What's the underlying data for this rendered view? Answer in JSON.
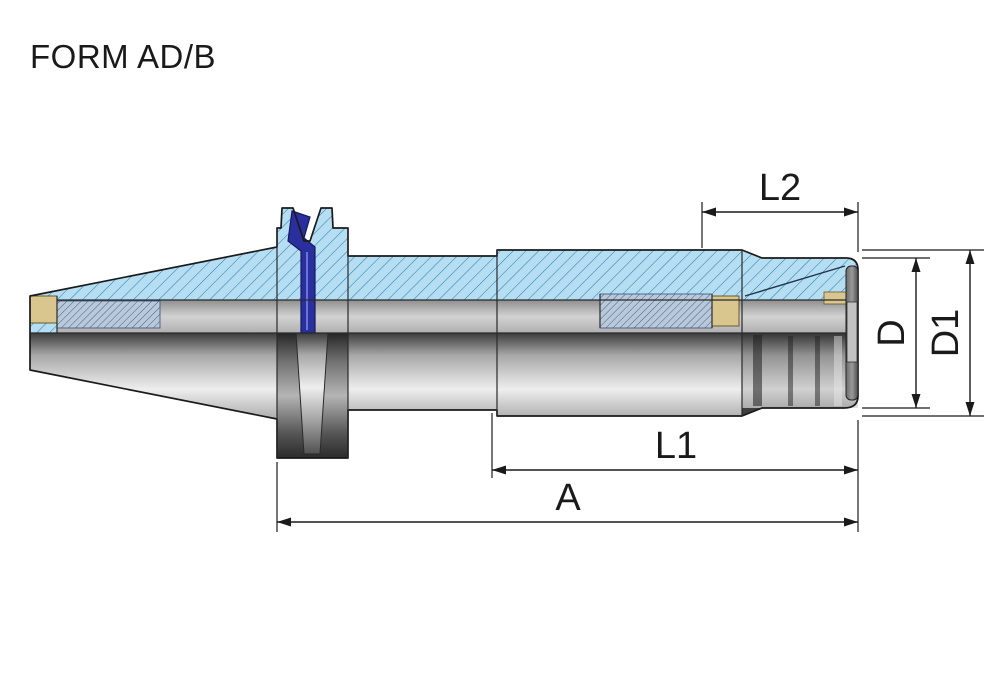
{
  "title": "FORM AD/B",
  "drawing": {
    "description": "Sectioned side view of a taper-shank collet chuck tool holder (top half in cross-section, bottom half external view)",
    "labels": {
      "l2": "L2",
      "d": "D",
      "d1": "D1",
      "l1": "L1",
      "a": "A"
    }
  },
  "colors": {
    "background": "#ffffff",
    "outline": "#1a1a1a",
    "dimension_line": "#1a1a1a",
    "section_fill": "#b6def2",
    "hatch_stroke": "#2f7fb2",
    "thread_fill": "#b9c9da",
    "thread_stroke": "#44618c",
    "brass": "#d9c58e",
    "blue_component": "#2a2f9e",
    "steel_light": "#ececec",
    "steel_dark": "#474747",
    "bore_gray": "#c2c2c2"
  }
}
